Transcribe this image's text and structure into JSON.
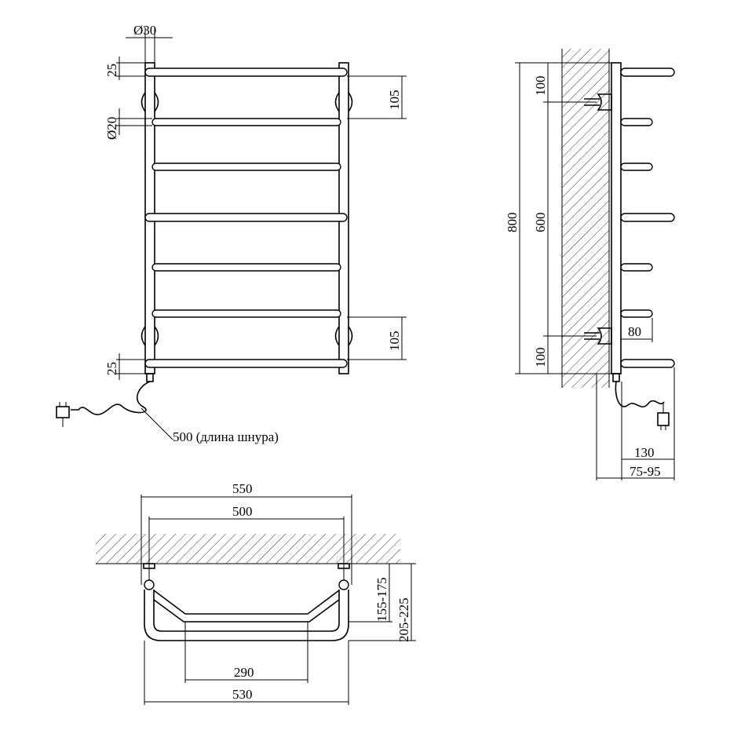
{
  "dims": {
    "d30": "Ø30",
    "d20": "Ø20",
    "top_25": "25",
    "top_105": "105",
    "bot_105": "105",
    "bot_25": "25",
    "cord": "500 (длина шнура)",
    "h800": "800",
    "h600": "600",
    "s100_top": "100",
    "s100_bot": "100",
    "d80": "80",
    "d130": "130",
    "d75_95": "75-95",
    "w550": "550",
    "w500": "500",
    "d155_175": "155-175",
    "d205_225": "205-225",
    "w290": "290",
    "w530": "530"
  },
  "colors": {
    "line": "#000000",
    "background": "#ffffff"
  }
}
